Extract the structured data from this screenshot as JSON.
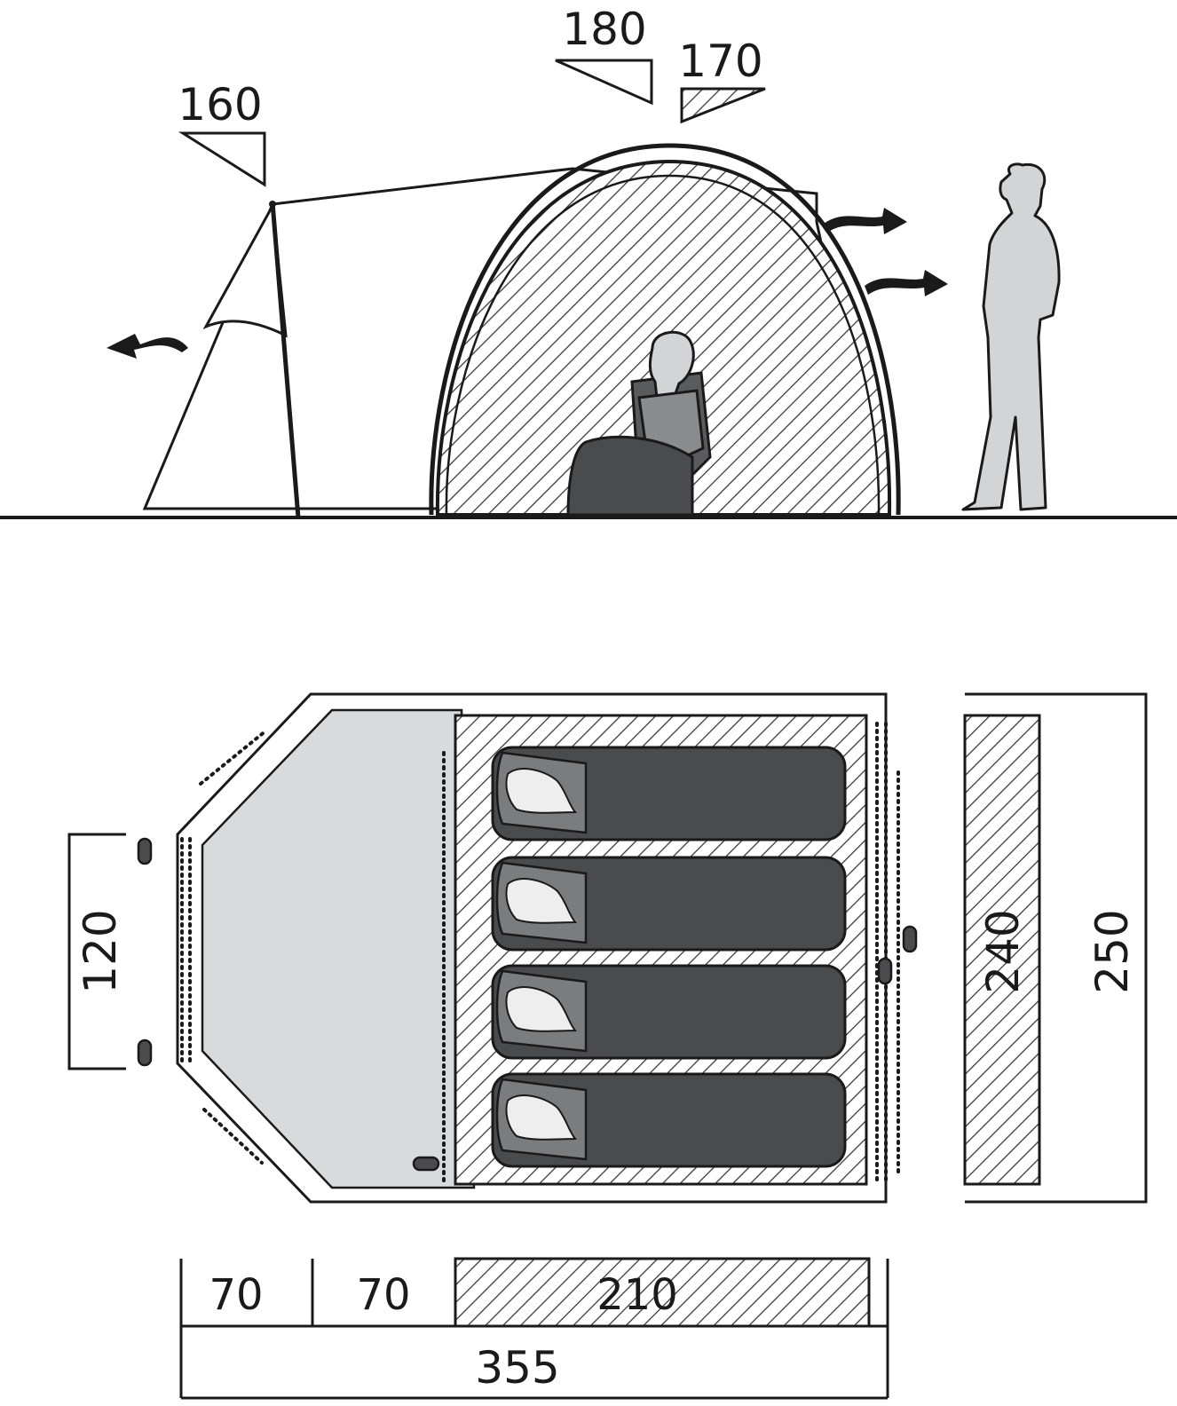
{
  "side_view": {
    "heights": {
      "left_pole": "160",
      "peak": "180",
      "inner": "170"
    }
  },
  "floor_plan": {
    "porch_width": "120",
    "inner_width": "240",
    "total_width": "250",
    "length_segments": [
      "70",
      "70",
      "210"
    ],
    "total_length": "355",
    "sleeping_bags": 4
  },
  "colors": {
    "line": "#1a1a1a",
    "porch_fill": "#d8dadb",
    "bag_fill": "#4a4b4d",
    "bag_hood": "#7b7c7e",
    "person": "#d3d4d5"
  }
}
